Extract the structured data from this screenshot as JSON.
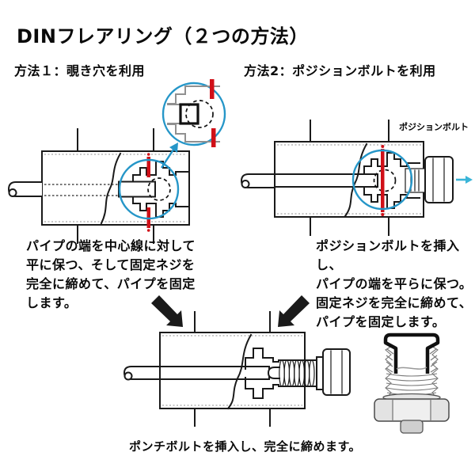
{
  "title": "DINフレアリング（２つの方法）",
  "method1": {
    "heading": "方法１：覗き穴を利用",
    "description": {
      "line1": "パイプの端を中心線に対して",
      "line2": "平に保つ、そして固定ネジを",
      "line3": "完全に締めて、パイプを固定",
      "line4": "します。"
    }
  },
  "method2": {
    "heading": "方法2：ポジションボルトを利用",
    "bolt_label": "ポジションボルト",
    "description": {
      "line1": "ポジションボルトを挿入し、",
      "line2": "パイプの端を平らに保つ。",
      "line3": "固定ネジを完全に締めて、",
      "line4": "パイプを固定します。"
    }
  },
  "final_step": {
    "caption": "ポンチボルトを挿入し、完全に締めます。"
  },
  "colors": {
    "highlight_blue": "#2596c8",
    "sight_hole_red": "#d01018",
    "direction_cyan": "#3ab5d8",
    "line_black": "#1a1a1a"
  }
}
